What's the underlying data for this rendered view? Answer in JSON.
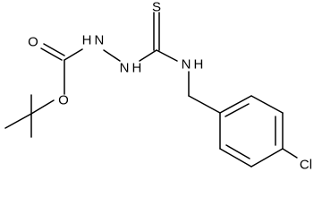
{
  "structure": {
    "atoms": {
      "O_carbonyl": "O",
      "O_ester": "O",
      "N1": "H N",
      "N2": "N H",
      "S": "S",
      "N3": "N H",
      "Cl": "Cl"
    }
  },
  "colors": {
    "bond": "#000000",
    "text": "#000000",
    "background": "#ffffff"
  }
}
